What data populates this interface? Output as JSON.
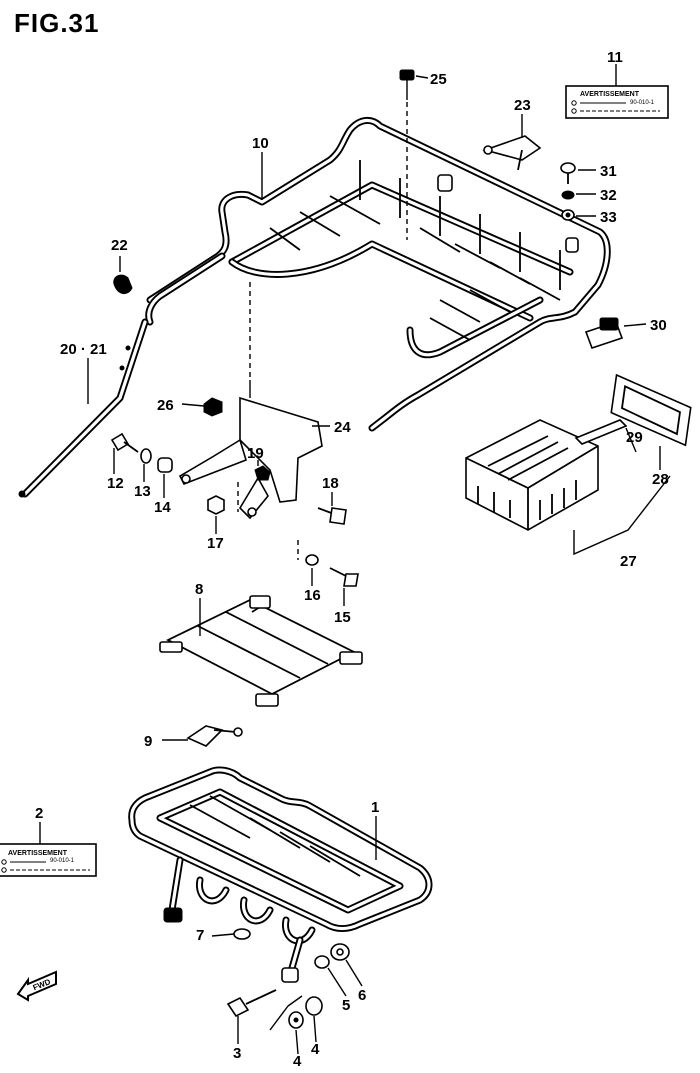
{
  "figure": {
    "title": "FIG.31"
  },
  "callouts": {
    "c1": "1",
    "c2": "2",
    "c3": "3",
    "c4a": "4",
    "c4b": "4",
    "c5": "5",
    "c6": "6",
    "c7": "7",
    "c8": "8",
    "c9": "9",
    "c10": "10",
    "c11": "11",
    "c12": "12",
    "c13": "13",
    "c14": "14",
    "c15": "15",
    "c16": "16",
    "c17": "17",
    "c18": "18",
    "c19": "19",
    "c20_21": "20 · 21",
    "c22": "22",
    "c23": "23",
    "c24": "24",
    "c25": "25",
    "c26": "26",
    "c27": "27",
    "c28": "28",
    "c29": "29",
    "c30": "30",
    "c31": "31",
    "c32": "32",
    "c33": "33"
  },
  "warning_label_11": {
    "title": "AVERTISSEMENT",
    "code": "90-010-1"
  },
  "warning_label_2": {
    "title": "AVERTISSEMENT",
    "code": "90-010-1"
  },
  "fwd_arrow": {
    "text": "FWD"
  }
}
